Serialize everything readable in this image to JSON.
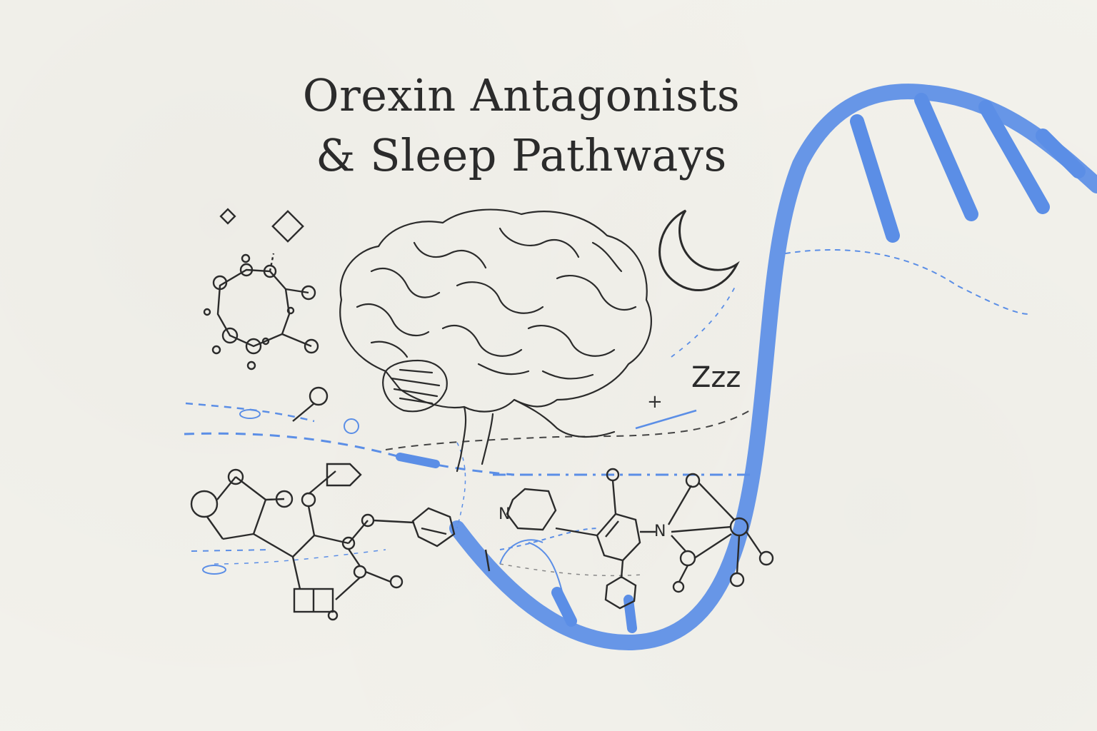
{
  "title": {
    "line1": "Orexin Antagonists",
    "line2": "& Sleep Pathways"
  },
  "labels": {
    "zzz": "Zzz",
    "plus": "+",
    "nitrogen": "N"
  },
  "colors": {
    "background": "#f3f2ec",
    "ink": "#2b2b2b",
    "helix_blue": "#5b8ee6"
  },
  "icons": [
    "brain-icon",
    "crescent-moon-icon",
    "dna-helix-icon",
    "molecule-icon",
    "diamond-icon"
  ]
}
